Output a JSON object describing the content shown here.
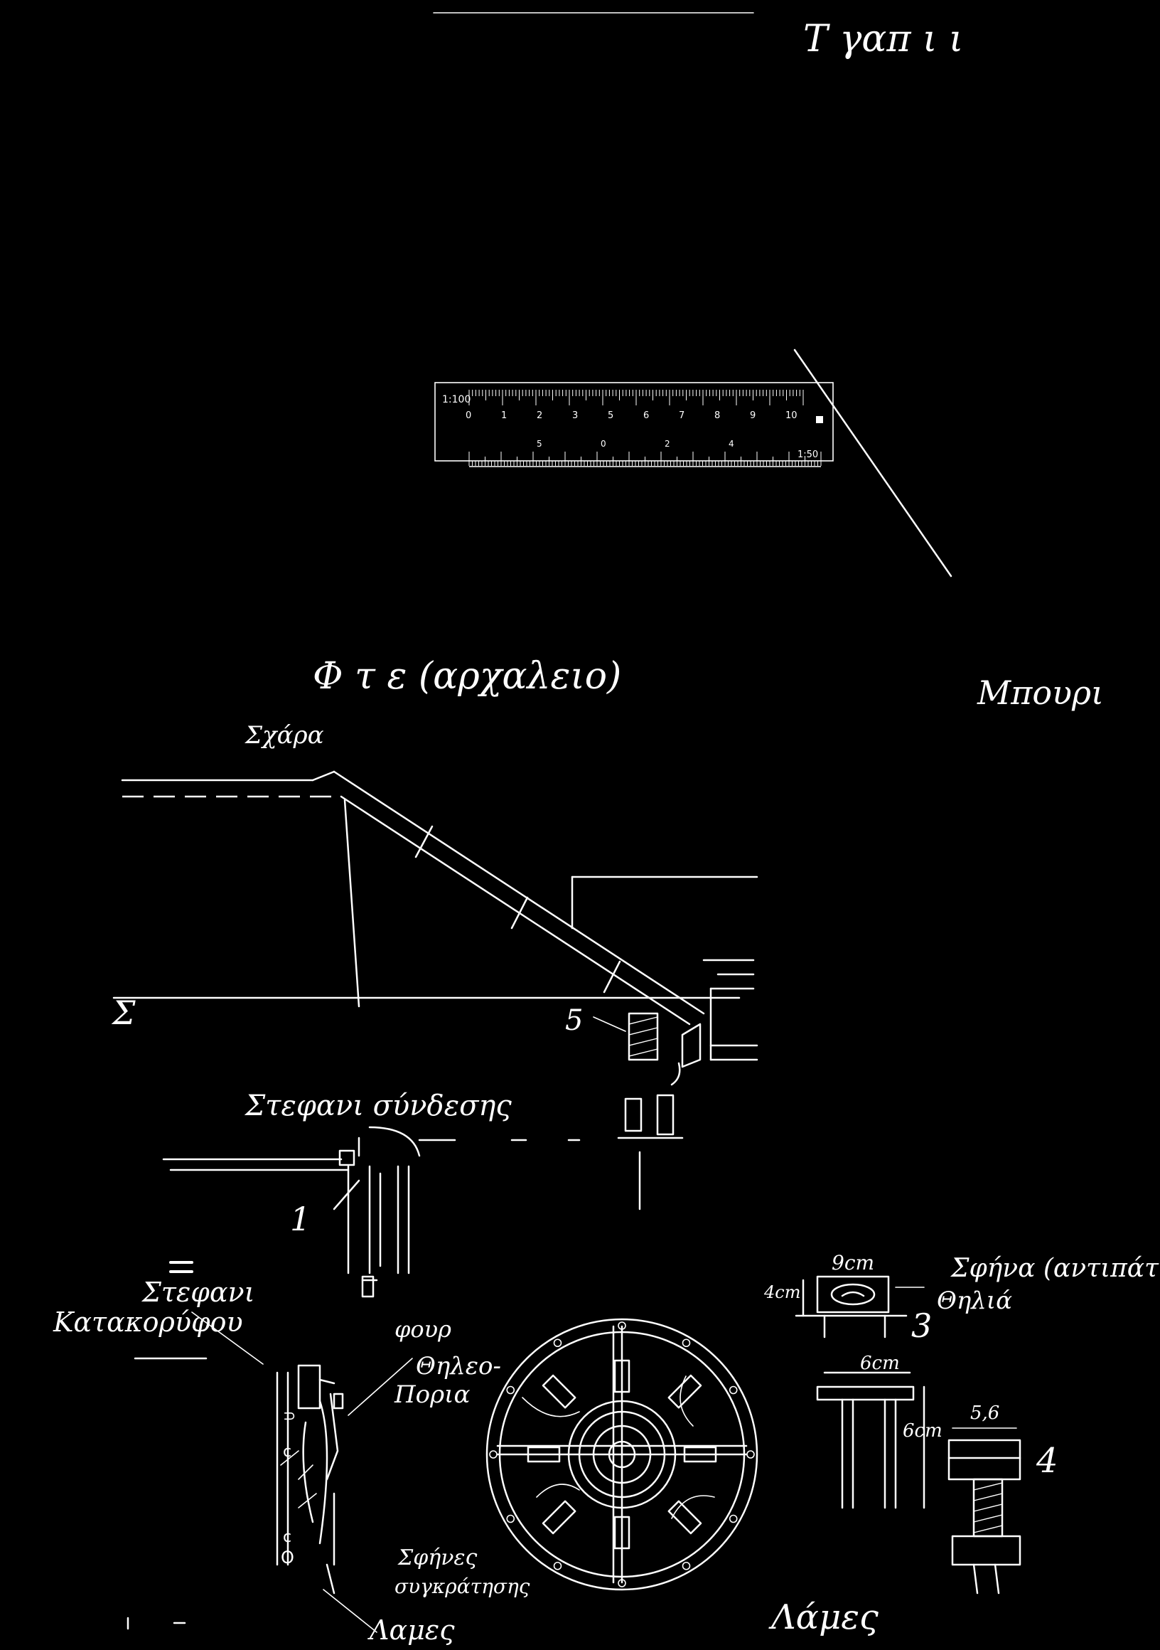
{
  "colors": {
    "background": "#000000",
    "ink": "#ffffff"
  },
  "header": {
    "title_fragment": "Τ γαπ ι ι"
  },
  "scale_ruler": {
    "ratio_top": "1:100",
    "ratio_bottom": "1:50",
    "numbers_top": [
      "0",
      "1",
      "2",
      "3",
      "5",
      "6",
      "7",
      "8",
      "9",
      "10"
    ],
    "numbers_bottom": [
      "5",
      "0",
      "2",
      "4"
    ]
  },
  "section_heading": {
    "text": "Φ τ ε (αρχαλειο)",
    "side_note": "Μπουρι"
  },
  "labels": {
    "grate": "Σχάρα",
    "floor": "Σ",
    "item_5": "5",
    "connection_ring": "Στεφανι σύνδεσης",
    "item_1": "1",
    "ring_name": "Στεφανι",
    "ring_name_2": "Κατακορύφου",
    "oven": "φουρ",
    "oven_door": "Θηλεο-",
    "oven_door_2": "Πορια",
    "fastener": "Σφήνες",
    "fastener_2": "συγκράτησης",
    "blades_bottom": "Λαμες",
    "blades_detail": "Λάμες",
    "wedge_title": "Σφήνα (αντιπάτη)",
    "wedge_sub": "Θηλιά",
    "dim_9cm": "9cm",
    "dim_4cm": "4cm",
    "item_3": "3",
    "dim_6cm_top": "6cm",
    "dim_6cm_side": "6cm",
    "dim_56": "5,6",
    "item_4": "4"
  }
}
